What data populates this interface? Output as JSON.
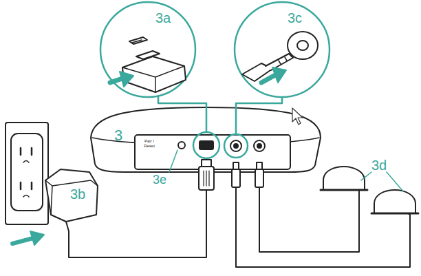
{
  "diagram": {
    "labels": [
      "3a",
      "3c",
      "3",
      "Pair / Reset",
      "3e",
      "3b",
      "3d"
    ]
  }
}
